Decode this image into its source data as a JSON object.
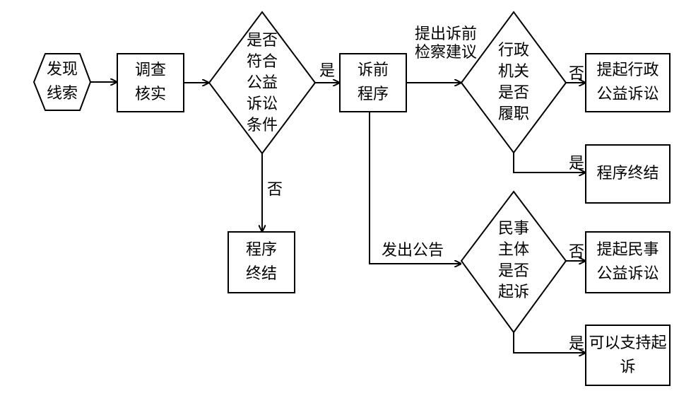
{
  "nodes": {
    "start": "发现\n线索",
    "investigate": "调查\n核实",
    "decision_public_interest": "是否\n符合\n公益\n诉讼\n条件",
    "end_1": "程序\n终结",
    "pre_litigation": "诉前\n程序",
    "decision_admin": "行政\n机关\n是否\n履职",
    "admin_lawsuit": "提起行政\n公益诉讼",
    "end_2": "程序终结",
    "decision_civil": "民事\n主体\n是否\n起诉",
    "civil_lawsuit": "提起民事\n公益诉讼",
    "support_lawsuit": "可以支持起\n诉"
  },
  "edge_labels": {
    "yes_to_pre_litigation": "是",
    "no_to_end": "否",
    "prosecutorial_suggestion": "提出诉前\n检察建议",
    "public_notice": "发出公告",
    "admin_no": "否",
    "admin_yes": "是",
    "civil_no": "否",
    "civil_yes": "是"
  }
}
